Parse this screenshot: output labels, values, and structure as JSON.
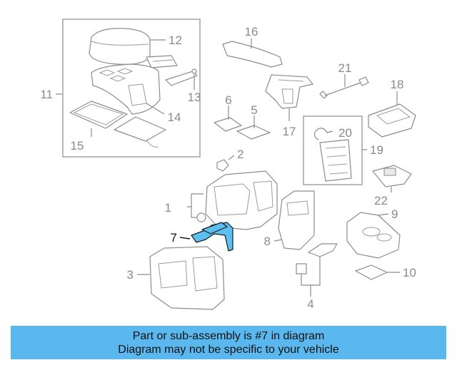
{
  "callouts": {
    "c1": "1",
    "c2": "2",
    "c3": "3",
    "c4": "4",
    "c5": "5",
    "c6": "6",
    "c7": "7",
    "c8": "8",
    "c9": "9",
    "c10": "10",
    "c11": "11",
    "c12": "12",
    "c13": "13",
    "c14": "14",
    "c15": "15",
    "c16": "16",
    "c17": "17",
    "c18": "18",
    "c19": "19",
    "c20": "20",
    "c21": "21",
    "c22": "22"
  },
  "highlight": {
    "part": "7",
    "color": "#5bc0f0"
  },
  "banner": {
    "line1": "Part or sub-assembly is #7 in diagram",
    "line2": "Diagram may not be specific to your vehicle",
    "color": "#5ab8ee"
  }
}
